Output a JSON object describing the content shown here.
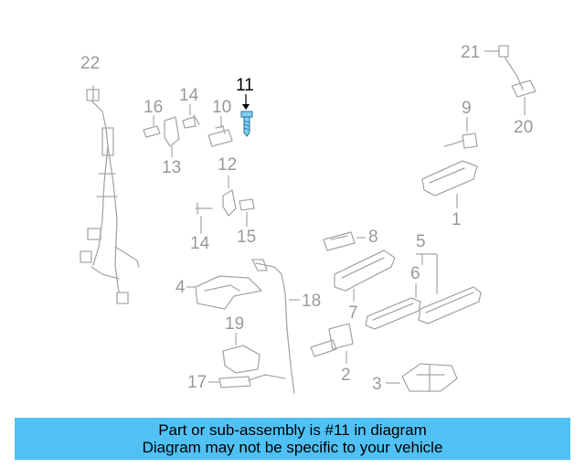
{
  "diagram": {
    "highlighted_part": "11",
    "highlight_color": "#000000",
    "part_color": "#a8a8a8",
    "labels": {
      "p1": "1",
      "p2": "2",
      "p3": "3",
      "p4": "4",
      "p5": "5",
      "p6": "6",
      "p7": "7",
      "p8": "8",
      "p9": "9",
      "p10": "10",
      "p11": "11",
      "p12": "12",
      "p13": "13",
      "p14a": "14",
      "p14b": "14",
      "p15": "15",
      "p16": "16",
      "p17": "17",
      "p18": "18",
      "p19": "19",
      "p20": "20",
      "p21": "21",
      "p22": "22"
    }
  },
  "banner": {
    "line1": "Part or sub-assembly is #11 in diagram",
    "line2": "Diagram may not be specific to your vehicle",
    "background": "#4fc1f5"
  }
}
